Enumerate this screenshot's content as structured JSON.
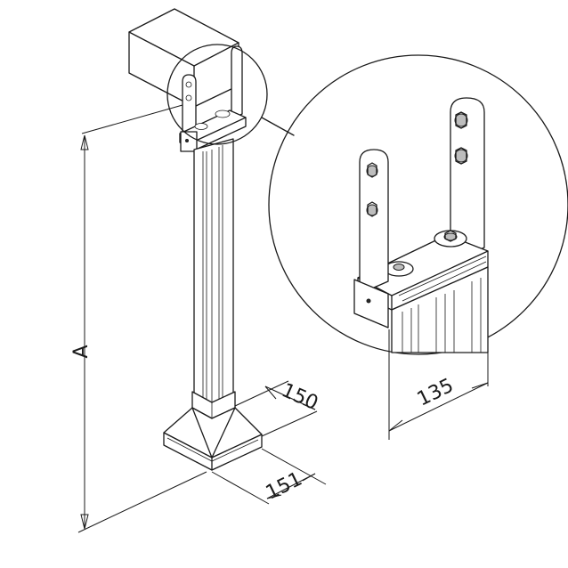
{
  "dimensions": {
    "height_label": "A",
    "base_depth": "150",
    "base_width": "151",
    "bracket_width": "135"
  }
}
